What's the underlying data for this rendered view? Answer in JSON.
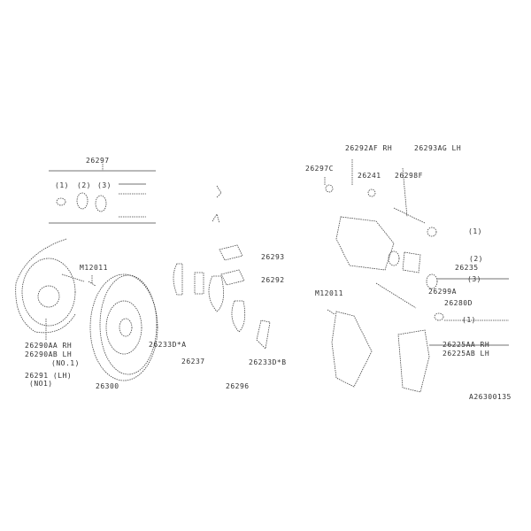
{
  "labels": {
    "kit": "26297",
    "kit_i1": "(1)",
    "kit_i2": "(2)",
    "kit_i3": "(3)",
    "bolt_left": "M12011",
    "shield_rh": "26290AA RH",
    "shield_lh": "26290AB LH",
    "shield_note": "(NO.1)",
    "hub": "26291 (LH)",
    "hub_note": "(NO1)",
    "rotor": "26300",
    "pad_a": "26233D*A",
    "shim": "26237",
    "pad_kit": "26296",
    "clip1": "26293",
    "clip2": "26292",
    "pad_b": "26233D*B",
    "caliper_rh": "26292AF RH",
    "caliper_lh": "26293AG LH",
    "bleeder": "26297C",
    "bleeder_cap": "26241",
    "pin": "26298F",
    "r1": "(1)",
    "r2": "(2)",
    "seal": "26235",
    "r3": "(3)",
    "piston": "26299A",
    "boot": "26280D",
    "r4": "(1)",
    "bolt_right": "M12011",
    "support_rh": "26225AA RH",
    "support_lh": "26225AB LH",
    "figure_id": "A26300135"
  }
}
